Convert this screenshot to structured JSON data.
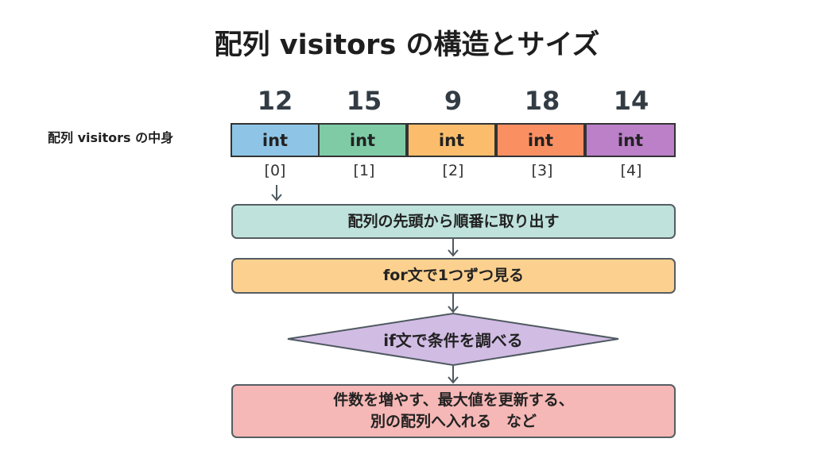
{
  "title": "配列 visitors の構造とサイズ",
  "array_label": "配列 visitors の中身",
  "cells": [
    {
      "value": "12",
      "type": "int",
      "index": "[0]",
      "color": "#8ec5e6"
    },
    {
      "value": "15",
      "type": "int",
      "index": "[1]",
      "color": "#7fcba6"
    },
    {
      "value": "9",
      "type": "int",
      "index": "[2]",
      "color": "#fbbd6b"
    },
    {
      "value": "18",
      "type": "int",
      "index": "[3]",
      "color": "#fa9062"
    },
    {
      "value": "14",
      "type": "int",
      "index": "[4]",
      "color": "#bb80c8"
    }
  ],
  "flow": {
    "step1": "配列の先頭から順番に取り出す",
    "step2": "for文で1つずつ見る",
    "decision": "if文で条件を調べる",
    "step3_line1": "件数を増やす、最大値を更新する、",
    "step3_line2": "別の配列へ入れる　など"
  },
  "colors": {
    "step1": "#bfe3dc",
    "step2": "#fcd08e",
    "decision": "#d1bce4",
    "step3": "#f5b8b6",
    "line": "#4f5960"
  }
}
